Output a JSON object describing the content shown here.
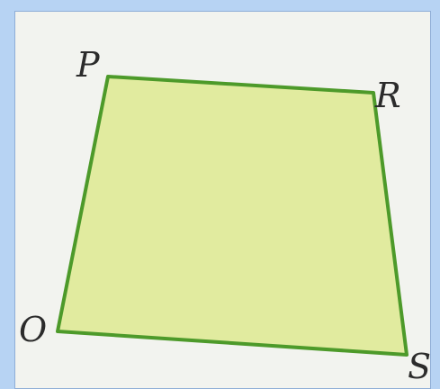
{
  "figure": {
    "shape": "quadrilateral",
    "vertices": [
      "P",
      "R",
      "S",
      "O"
    ],
    "fill_color": "#e1eb9f",
    "stroke_color": "#4d9a2a",
    "background_color": "#f2f3ef",
    "frame_color": "#b7d3f3"
  },
  "labels": {
    "P": "P",
    "R": "R",
    "S": "S",
    "O": "O"
  }
}
